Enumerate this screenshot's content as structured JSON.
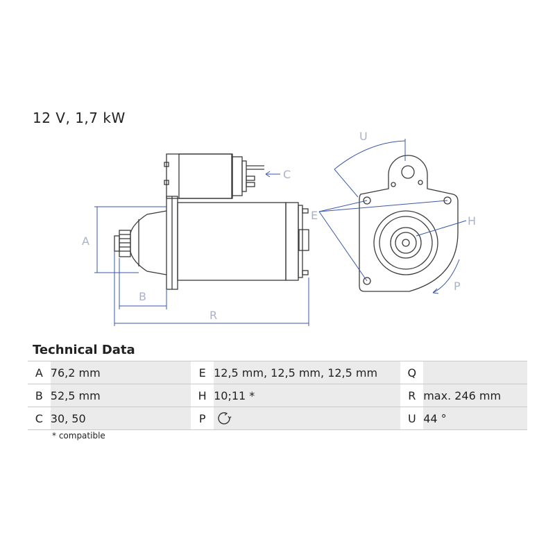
{
  "headline": "12 V, 1,7 kW",
  "drawing": {
    "labels": {
      "A": "A",
      "B": "B",
      "C": "C",
      "R": "R",
      "E": "E",
      "H": "H",
      "U": "U",
      "P": "P"
    }
  },
  "section_title": "Technical Data",
  "rows": [
    [
      {
        "key": "A",
        "value": "76,2 mm"
      },
      {
        "key": "E",
        "value": "12,5 mm, 12,5 mm, 12,5 mm"
      },
      {
        "key": "Q",
        "value": ""
      }
    ],
    [
      {
        "key": "B",
        "value": "52,5 mm"
      },
      {
        "key": "H",
        "value": "10;11 *"
      },
      {
        "key": "R",
        "value": "max. 246 mm"
      }
    ],
    [
      {
        "key": "C",
        "value": "30, 50"
      },
      {
        "key": "P",
        "value": "",
        "icon": "rotation-counterclockwise-icon"
      },
      {
        "key": "U",
        "value": "44 °"
      }
    ]
  ],
  "footnote": "* compatible",
  "colors": {
    "drawing_line": "#3a3a3a",
    "dimension": "#3a57a8",
    "cell_bg": "#ebebeb"
  }
}
